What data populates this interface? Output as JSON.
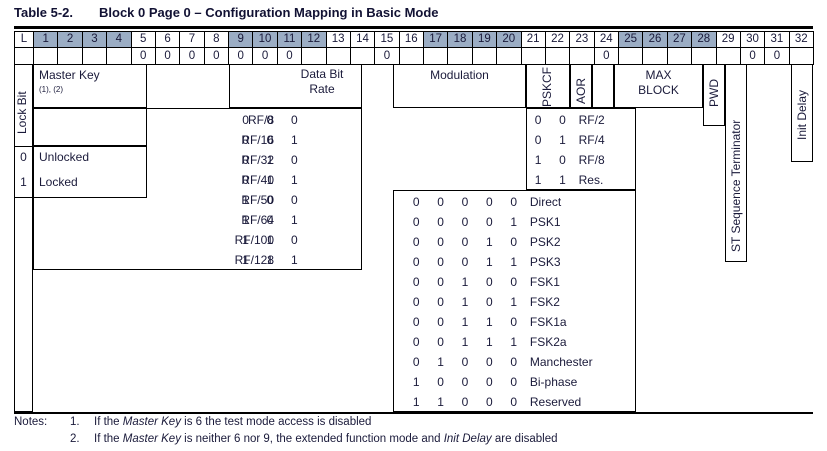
{
  "title": {
    "label": "Table 5-2.",
    "text": "Block 0 Page 0 – Configuration Mapping in Basic Mode"
  },
  "header": {
    "columns": [
      {
        "label": "L",
        "shaded": false,
        "zero": ""
      },
      {
        "label": "1",
        "shaded": true,
        "zero": ""
      },
      {
        "label": "2",
        "shaded": true,
        "zero": ""
      },
      {
        "label": "3",
        "shaded": true,
        "zero": ""
      },
      {
        "label": "4",
        "shaded": true,
        "zero": ""
      },
      {
        "label": "5",
        "shaded": false,
        "zero": "0"
      },
      {
        "label": "6",
        "shaded": false,
        "zero": "0"
      },
      {
        "label": "7",
        "shaded": false,
        "zero": "0"
      },
      {
        "label": "8",
        "shaded": false,
        "zero": "0"
      },
      {
        "label": "9",
        "shaded": true,
        "zero": "0"
      },
      {
        "label": "10",
        "shaded": true,
        "zero": "0"
      },
      {
        "label": "11",
        "shaded": true,
        "zero": "0"
      },
      {
        "label": "12",
        "shaded": true,
        "zero": ""
      },
      {
        "label": "13",
        "shaded": false,
        "zero": ""
      },
      {
        "label": "14",
        "shaded": false,
        "zero": ""
      },
      {
        "label": "15",
        "shaded": false,
        "zero": "0"
      },
      {
        "label": "16",
        "shaded": false,
        "zero": ""
      },
      {
        "label": "17",
        "shaded": true,
        "zero": ""
      },
      {
        "label": "18",
        "shaded": true,
        "zero": ""
      },
      {
        "label": "19",
        "shaded": true,
        "zero": ""
      },
      {
        "label": "20",
        "shaded": true,
        "zero": ""
      },
      {
        "label": "21",
        "shaded": false,
        "zero": ""
      },
      {
        "label": "22",
        "shaded": false,
        "zero": ""
      },
      {
        "label": "23",
        "shaded": false,
        "zero": ""
      },
      {
        "label": "24",
        "shaded": false,
        "zero": "0"
      },
      {
        "label": "25",
        "shaded": true,
        "zero": ""
      },
      {
        "label": "26",
        "shaded": true,
        "zero": ""
      },
      {
        "label": "27",
        "shaded": true,
        "zero": ""
      },
      {
        "label": "28",
        "shaded": true,
        "zero": ""
      },
      {
        "label": "29",
        "shaded": false,
        "zero": ""
      },
      {
        "label": "30",
        "shaded": false,
        "zero": "0"
      },
      {
        "label": "31",
        "shaded": false,
        "zero": "0"
      },
      {
        "label": "32",
        "shaded": false,
        "zero": ""
      }
    ]
  },
  "fields": {
    "lock_bit": "Lock Bit",
    "master_key": "Master Key",
    "master_key_notes": "(1), (2)",
    "data_bit_rate_line1": "Data Bit",
    "data_bit_rate_line2": "Rate",
    "modulation": "Modulation",
    "pskcf": "PSKCF",
    "aor": "AOR",
    "max_block_line1": "MAX",
    "max_block_line2": "BLOCK",
    "pwd": "PWD",
    "st_sequence_terminator": "ST Sequence Terminator",
    "init_delay": "Init Delay"
  },
  "lock_bit_values": [
    {
      "bit": "0",
      "name": "Unlocked"
    },
    {
      "bit": "1",
      "name": "Locked"
    }
  ],
  "data_bit_rate_rows": [
    {
      "name": "RF/8",
      "bits": [
        "0",
        "0",
        "0"
      ]
    },
    {
      "name": "RF/16",
      "bits": [
        "0",
        "0",
        "1"
      ]
    },
    {
      "name": "RF/32",
      "bits": [
        "0",
        "1",
        "0"
      ]
    },
    {
      "name": "RF/40",
      "bits": [
        "0",
        "1",
        "1"
      ]
    },
    {
      "name": "RF/50",
      "bits": [
        "1",
        "0",
        "0"
      ]
    },
    {
      "name": "RF/64",
      "bits": [
        "1",
        "0",
        "1"
      ]
    },
    {
      "name": "RF/100",
      "bits": [
        "1",
        "1",
        "0"
      ]
    },
    {
      "name": "RF/128",
      "bits": [
        "1",
        "1",
        "1"
      ]
    }
  ],
  "pskcf_rows": [
    {
      "bits": [
        "0",
        "0"
      ],
      "name": "RF/2"
    },
    {
      "bits": [
        "0",
        "1"
      ],
      "name": "RF/4"
    },
    {
      "bits": [
        "1",
        "0"
      ],
      "name": "RF/8"
    },
    {
      "bits": [
        "1",
        "1"
      ],
      "name": "Res."
    }
  ],
  "modulation_rows": [
    {
      "bits": [
        "0",
        "0",
        "0",
        "0",
        "0"
      ],
      "name": "Direct"
    },
    {
      "bits": [
        "0",
        "0",
        "0",
        "0",
        "1"
      ],
      "name": "PSK1"
    },
    {
      "bits": [
        "0",
        "0",
        "0",
        "1",
        "0"
      ],
      "name": "PSK2"
    },
    {
      "bits": [
        "0",
        "0",
        "0",
        "1",
        "1"
      ],
      "name": "PSK3"
    },
    {
      "bits": [
        "0",
        "0",
        "1",
        "0",
        "0"
      ],
      "name": "FSK1"
    },
    {
      "bits": [
        "0",
        "0",
        "1",
        "0",
        "1"
      ],
      "name": "FSK2"
    },
    {
      "bits": [
        "0",
        "0",
        "1",
        "1",
        "0"
      ],
      "name": "FSK1a"
    },
    {
      "bits": [
        "0",
        "0",
        "1",
        "1",
        "1"
      ],
      "name": "FSK2a"
    },
    {
      "bits": [
        "0",
        "1",
        "0",
        "0",
        "0"
      ],
      "name": "Manchester"
    },
    {
      "bits": [
        "1",
        "0",
        "0",
        "0",
        "0"
      ],
      "name": "Bi-phase"
    },
    {
      "bits": [
        "1",
        "1",
        "0",
        "0",
        "0"
      ],
      "name": "Reserved"
    }
  ],
  "notes": {
    "heading": "Notes:",
    "items": [
      {
        "num": "1.",
        "pre": "If the ",
        "em1": "Master Key",
        "mid": " is 6 the test mode access is disabled",
        "em2": "",
        "post": ""
      },
      {
        "num": "2.",
        "pre": "If the ",
        "em1": "Master Key",
        "mid": " is neither 6 nor 9, the extended function mode and ",
        "em2": "Init Delay",
        "post": " are disabled"
      }
    ]
  },
  "colors": {
    "shade": "#9badc4",
    "ink": "#1a1a3a",
    "rule": "#000000"
  }
}
